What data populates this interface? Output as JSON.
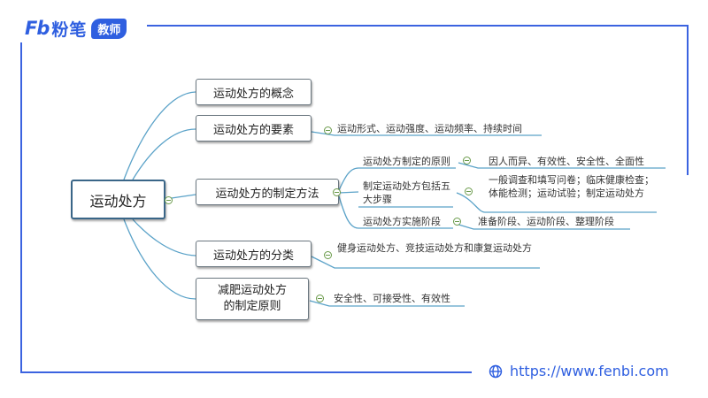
{
  "brand": {
    "logo_mark": "Fb",
    "name": "粉笔",
    "tag": "教师",
    "color": "#2f5fe0"
  },
  "footer": {
    "url": "https://www.fenbi.com",
    "icon": "globe-icon"
  },
  "mindmap": {
    "root": "运动处方",
    "branches": [
      {
        "label": "运动处方的概念"
      },
      {
        "label": "运动处方的要素",
        "detail": "运动形式、运动强度、运动频率、持续时间"
      },
      {
        "label": "运动处方的制定方法",
        "children": [
          {
            "label": "运动处方制定的原则",
            "detail": "因人而异、有效性、安全性、全面性"
          },
          {
            "label": "制定运动处方包括五大步骤",
            "detail": "一般调查和填写问卷；临床健康检查；体能检测；运动试验；制定运动处方"
          },
          {
            "label": "运动处方实施阶段",
            "detail": "准备阶段、运动阶段、整理阶段"
          }
        ]
      },
      {
        "label": "运动处方的分类",
        "detail": "健身运动处方、竞技运动处方和康复运动处方"
      },
      {
        "label_line1": "减肥运动处方",
        "label_line2": "的制定原则",
        "detail": "安全性、可接受性、有效性"
      }
    ]
  }
}
